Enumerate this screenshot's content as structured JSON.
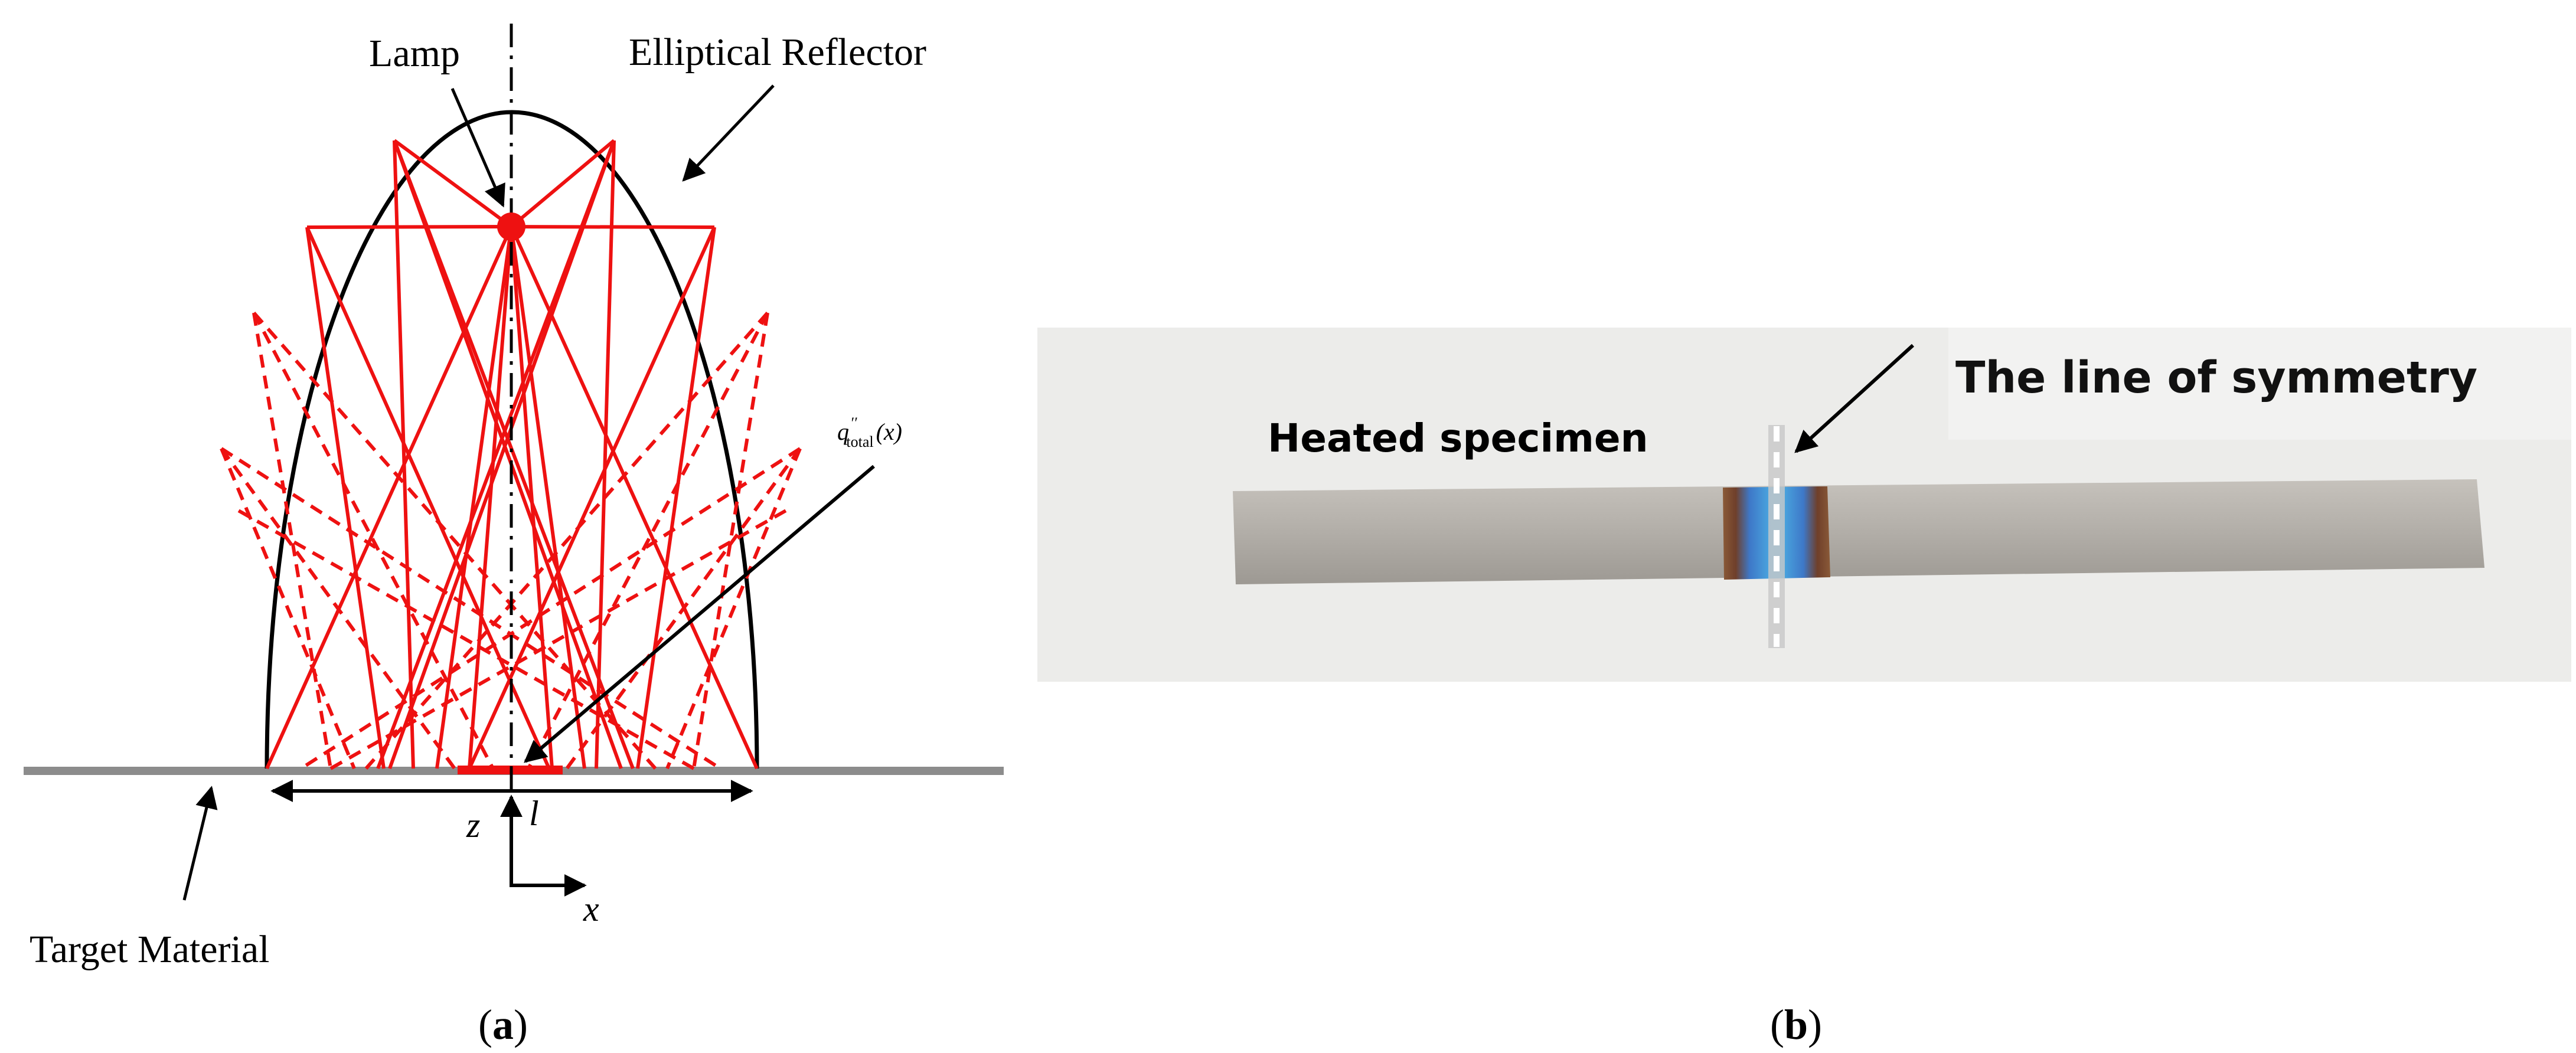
{
  "panel_a": {
    "label_lamp": "Lamp",
    "label_reflector": "Elliptical Reflector",
    "label_target": "Target Material",
    "label_flux_base": "q",
    "label_flux_sup": "′′",
    "label_flux_sub": "total",
    "label_flux_arg": "(x)",
    "label_length": "l",
    "label_z": "z",
    "label_x": "x",
    "caption_letter": "a",
    "ray_color": "#ee1111",
    "outline_color": "#000000",
    "target_color": "#8c8c8c"
  },
  "panel_b": {
    "label_heated": "Heated specimen",
    "label_symmetry": "The line of symmetry",
    "caption_letter": "b",
    "photo_bg_color": "#ececea",
    "specimen_color": "#b4b0aa"
  }
}
